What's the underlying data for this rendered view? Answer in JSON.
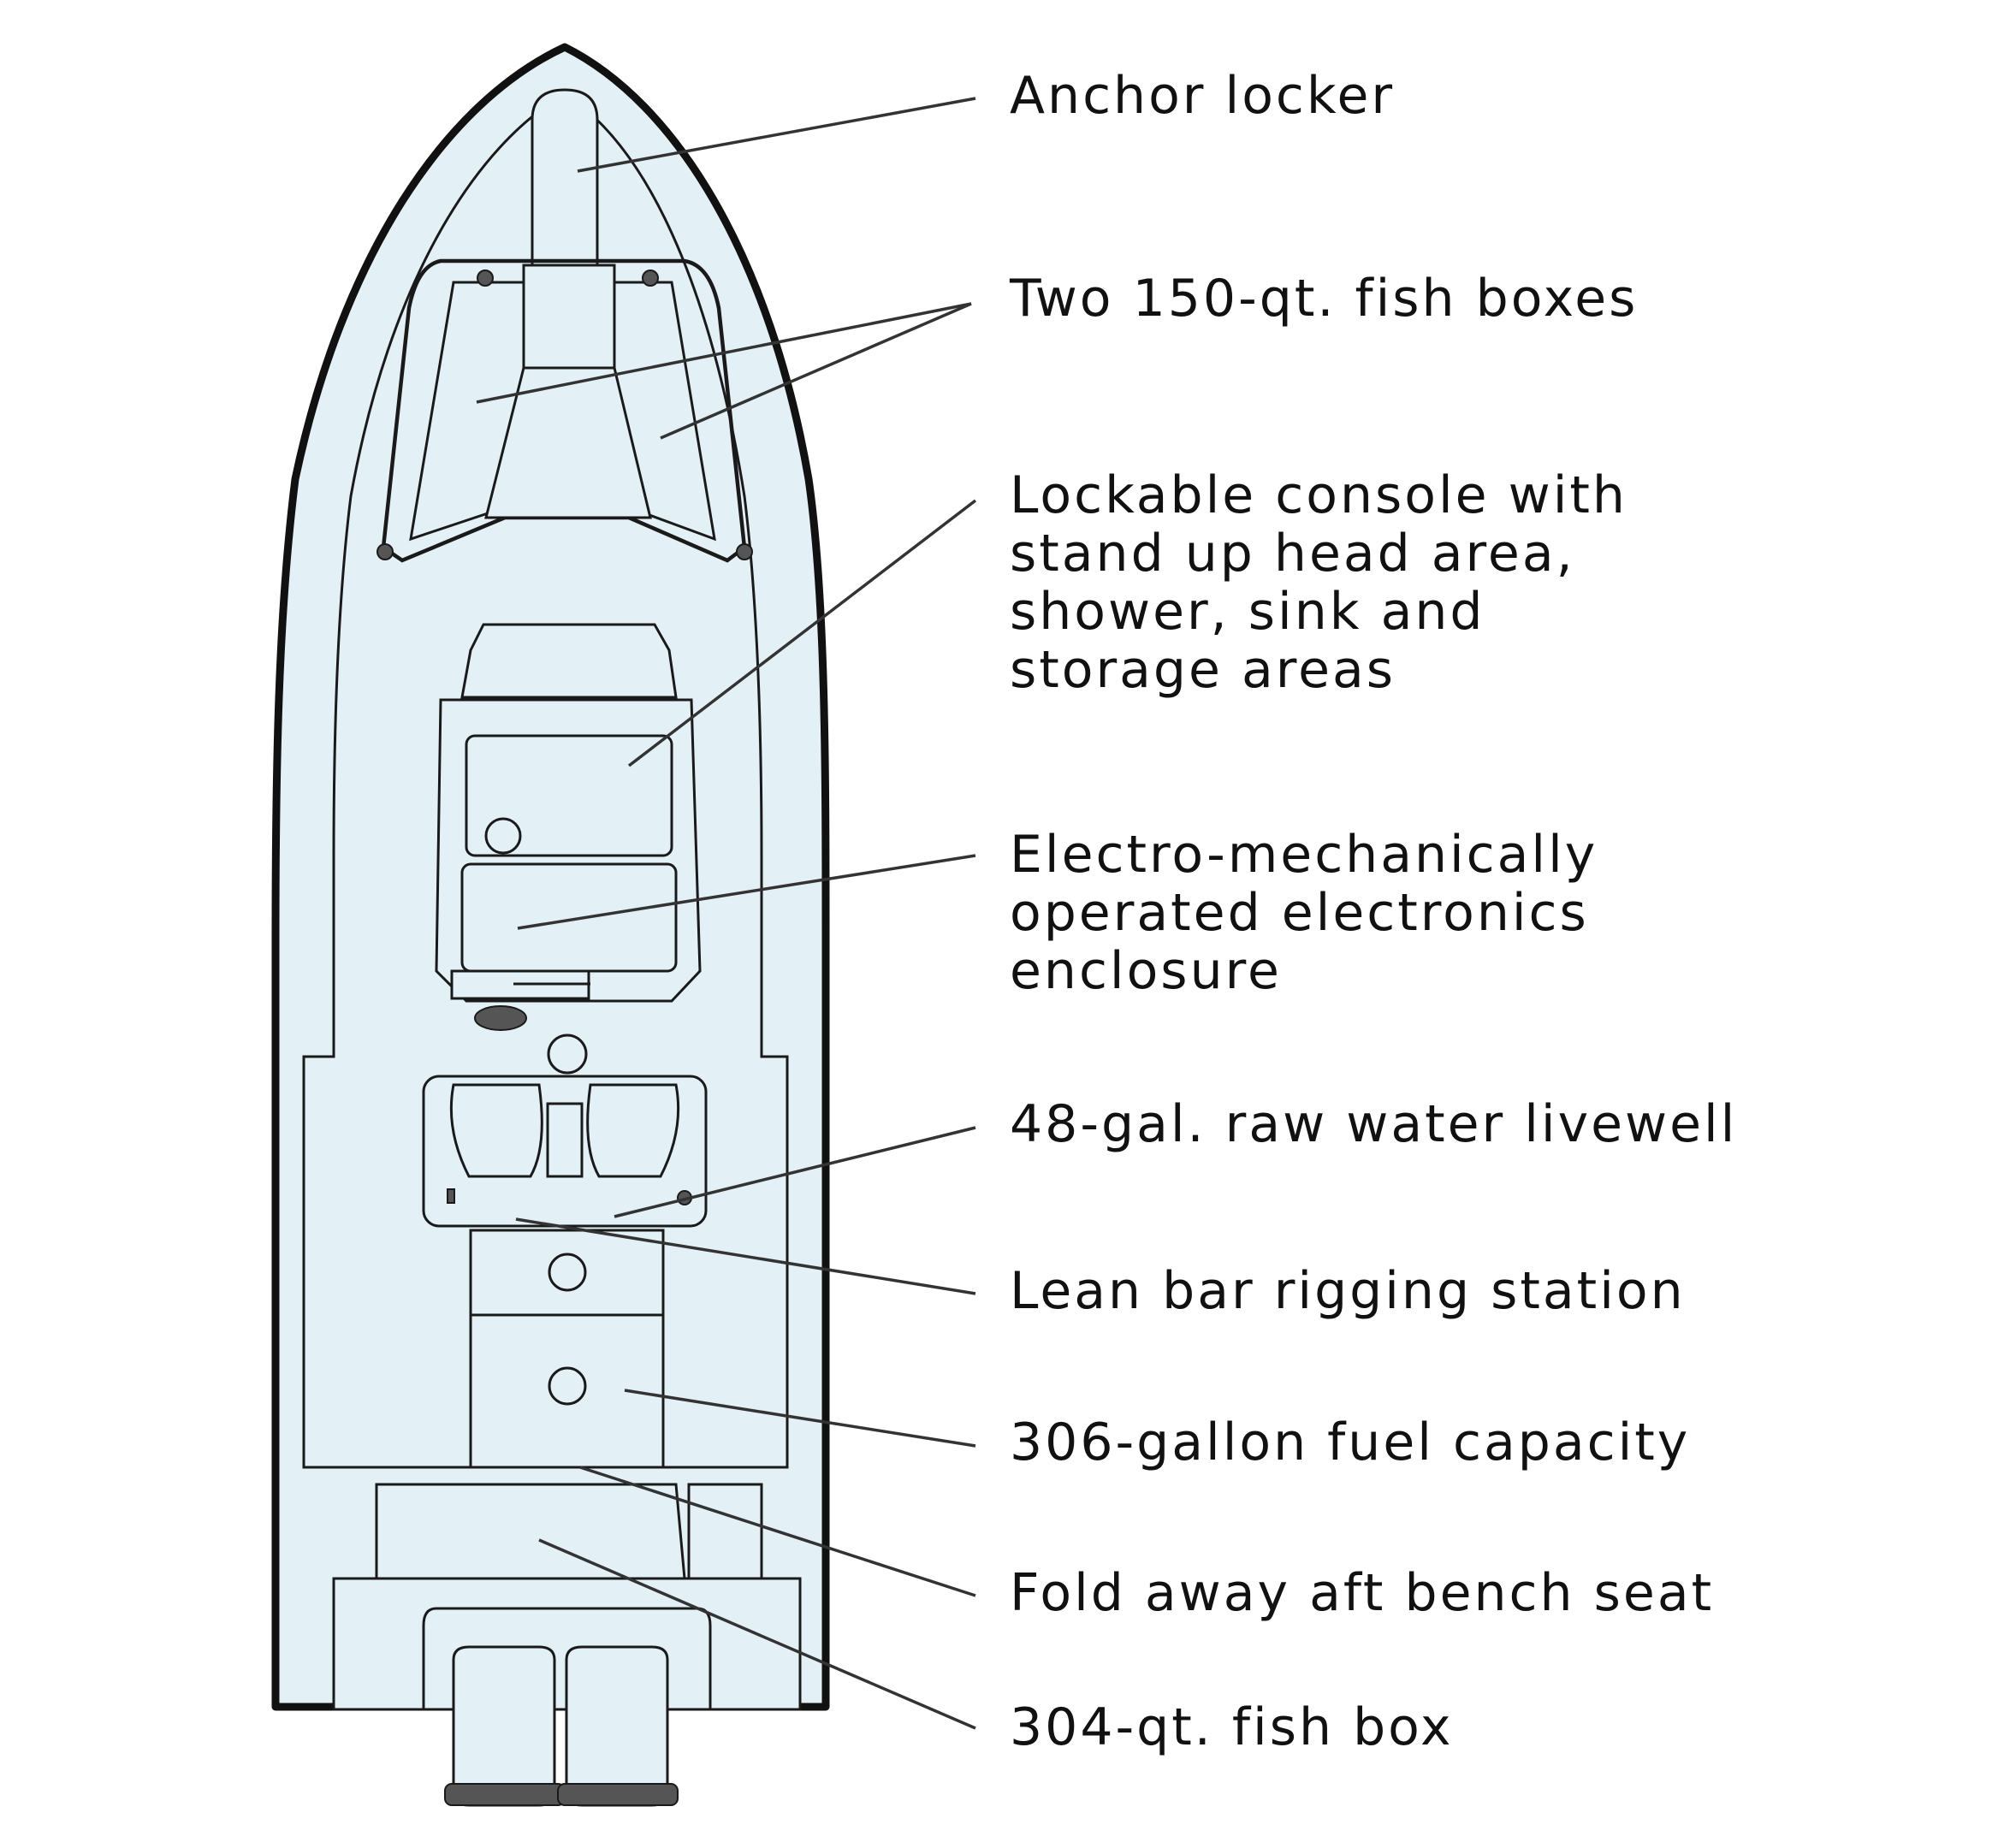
{
  "callouts": {
    "anchor_locker": [
      "Anchor locker"
    ],
    "fish_boxes_bow": [
      "Two 150-qt. fish boxes"
    ],
    "console": [
      "Lockable console with",
      "stand up head area,",
      "shower, sink and",
      "storage areas"
    ],
    "electronics": [
      "Electro-mechanically",
      "operated electronics",
      "enclosure"
    ],
    "livewell": [
      "48-gal. raw water livewell"
    ],
    "lean_bar": [
      "Lean bar rigging station"
    ],
    "fuel": [
      "306-gallon fuel capacity"
    ],
    "bench_seat": [
      "Fold away aft bench seat"
    ],
    "fish_box_aft": [
      "304-qt. fish box"
    ]
  },
  "colors": {
    "hull_fill": "#e3f1f7",
    "outline": "#111111",
    "leader_line": "#333333",
    "text": "#111111"
  }
}
